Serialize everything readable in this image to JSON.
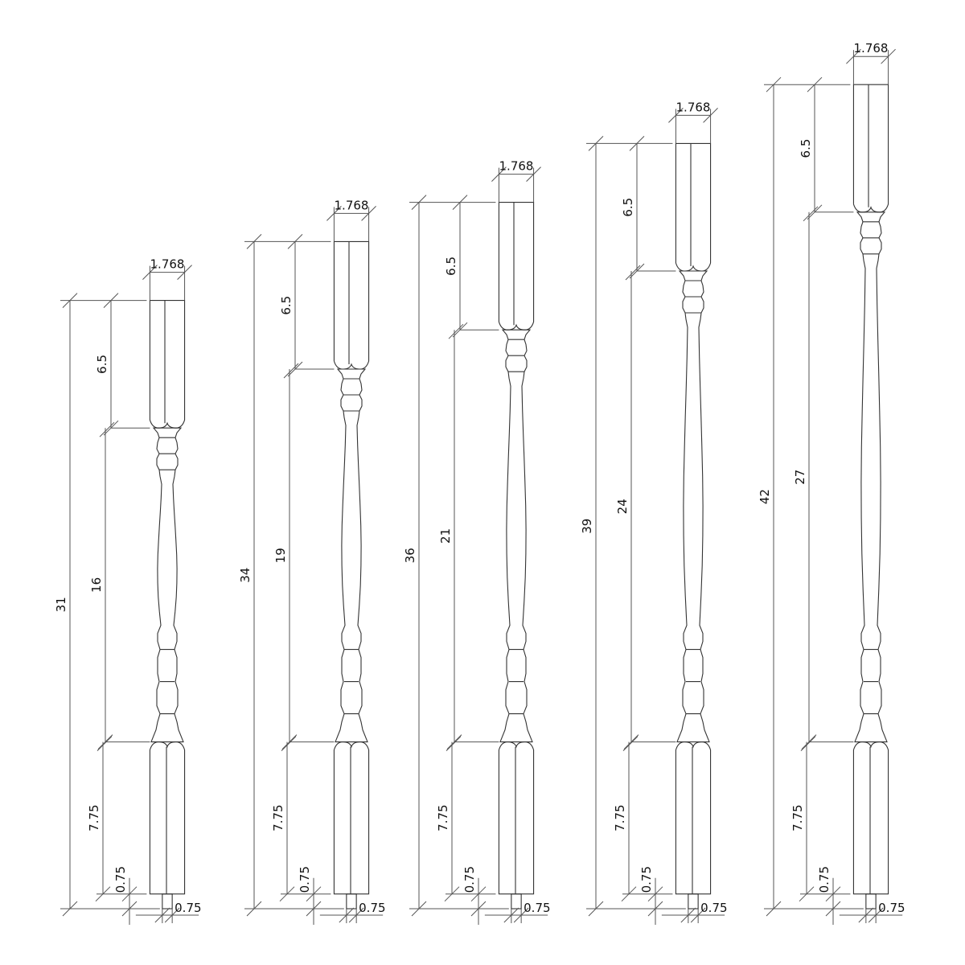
{
  "units_scale_note": "",
  "colors": {
    "line": "#555555",
    "outline": "#333333",
    "text": "#111111",
    "background": "#ffffff"
  },
  "balusters": [
    {
      "overall": 31,
      "top": 6.5,
      "middle": 16,
      "bottom": 7.75,
      "pin": 0.75,
      "width": 1.768,
      "pin_width": 0.75,
      "labels": {
        "overall": "31",
        "top": "6.5",
        "middle": "16",
        "bottom": "7.75",
        "pin": "0.75",
        "width": "1.768",
        "pin_width": "0.75"
      }
    },
    {
      "overall": 34,
      "top": 6.5,
      "middle": 19,
      "bottom": 7.75,
      "pin": 0.75,
      "width": 1.768,
      "pin_width": 0.75,
      "labels": {
        "overall": "34",
        "top": "6.5",
        "middle": "19",
        "bottom": "7.75",
        "pin": "0.75",
        "width": "1.768",
        "pin_width": "0.75"
      }
    },
    {
      "overall": 36,
      "top": 6.5,
      "middle": 21,
      "bottom": 7.75,
      "pin": 0.75,
      "width": 1.768,
      "pin_width": 0.75,
      "labels": {
        "overall": "36",
        "top": "6.5",
        "middle": "21",
        "bottom": "7.75",
        "pin": "0.75",
        "width": "1.768",
        "pin_width": "0.75"
      }
    },
    {
      "overall": 39,
      "top": 6.5,
      "middle": 24,
      "bottom": 7.75,
      "pin": 0.75,
      "width": 1.768,
      "pin_width": 0.75,
      "labels": {
        "overall": "39",
        "top": "6.5",
        "middle": "24",
        "bottom": "7.75",
        "pin": "0.75",
        "width": "1.768",
        "pin_width": "0.75"
      }
    },
    {
      "overall": 42,
      "top": 6.5,
      "middle": 27,
      "bottom": 7.75,
      "pin": 0.75,
      "width": 1.768,
      "pin_width": 0.75,
      "labels": {
        "overall": "42",
        "top": "6.5",
        "middle": "27",
        "bottom": "7.75",
        "pin": "0.75",
        "width": "1.768",
        "pin_width": "0.75"
      }
    }
  ]
}
